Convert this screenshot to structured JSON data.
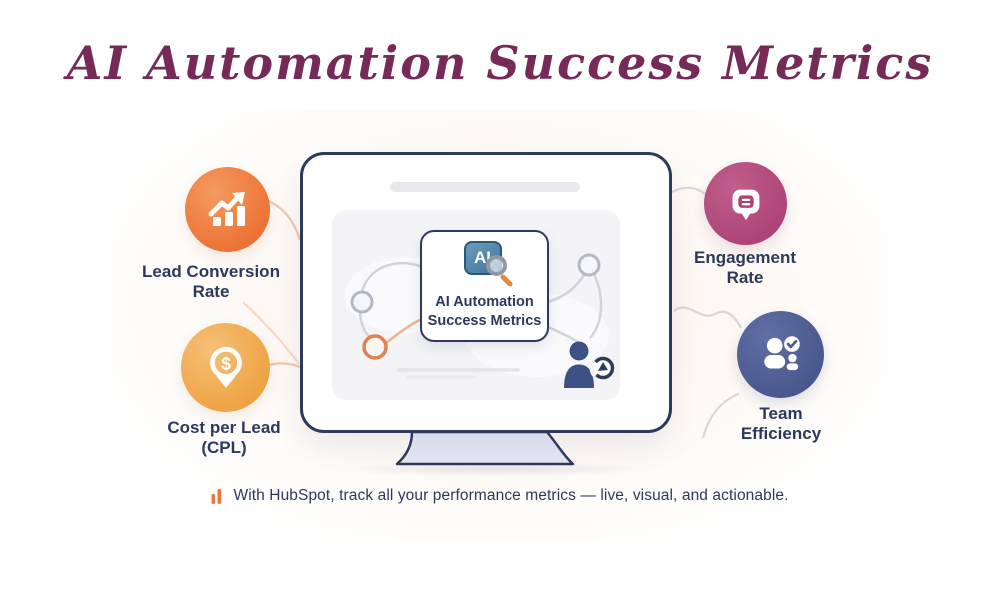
{
  "title": {
    "text": "AI Automation Success Metrics",
    "color": "#762a58"
  },
  "metrics": [
    {
      "id": "lead-conversion-rate",
      "label": "Lead Conversion Rate",
      "color": "#ec7134",
      "icon": "trend-up-bars-icon"
    },
    {
      "id": "cost-per-lead",
      "label": "Cost per Lead (CPL)",
      "color": "#eea243",
      "icon": "dollar-pin-icon",
      "currency_symbol": "$"
    },
    {
      "id": "engagement-rate",
      "label": "Engagement Rate",
      "color": "#ad4374",
      "icon": "chat-bubble-icon"
    },
    {
      "id": "team-efficiency",
      "label": "Team Efficiency",
      "color": "#48588c",
      "icon": "team-check-icon"
    }
  ],
  "monitor": {
    "ai_badge_text": "AI",
    "card_line1": "AI Automation",
    "card_line2": "Success Metrics"
  },
  "caption": {
    "icon": "orange-bars-icon",
    "text": "With HubSpot, track all your performance metrics — live, visual, and actionable."
  }
}
